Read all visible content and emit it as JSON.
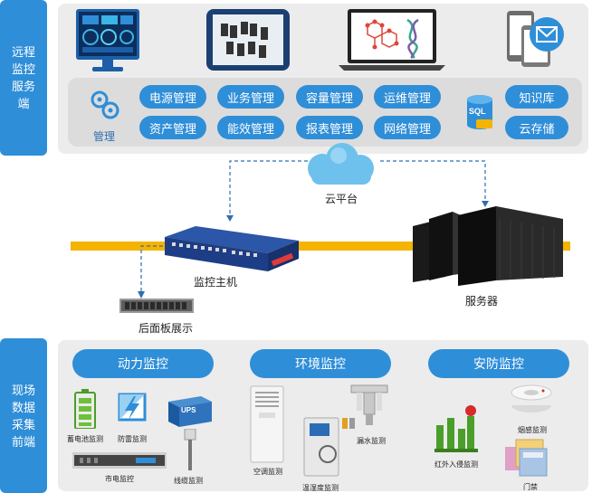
{
  "remote_section": {
    "label": "远程\n监控\n服务\n端",
    "management_label": "管理",
    "modules_left": [
      [
        "电源管理",
        "业务管理",
        "容量管理",
        "运维管理"
      ],
      [
        "资产管理",
        "能效管理",
        "报表管理",
        "网络管理"
      ]
    ],
    "modules_right": [
      "知识库",
      "云存储"
    ],
    "sql_label": "SQL"
  },
  "network": {
    "cloud_label": "云平台",
    "host_label": "监控主机",
    "server_label": "服务器",
    "panel_label": "后面板展示",
    "ups_label": "UPS"
  },
  "field_section": {
    "label": "现场\n数据\n采集\n前端",
    "groups": [
      {
        "title": "动力监控",
        "devices": [
          "蓄电池监测",
          "防雷监测",
          "市电监控",
          "线缆监测"
        ]
      },
      {
        "title": "环境监控",
        "devices": [
          "空调监测",
          "温湿度监测",
          "漏水监测"
        ]
      },
      {
        "title": "安防监控",
        "devices": [
          "红外入侵监测",
          "烟感监测",
          "门禁"
        ]
      }
    ]
  },
  "colors": {
    "accent": "#2f8ed8",
    "bus": "#f4b400",
    "panel": "#ececec"
  }
}
